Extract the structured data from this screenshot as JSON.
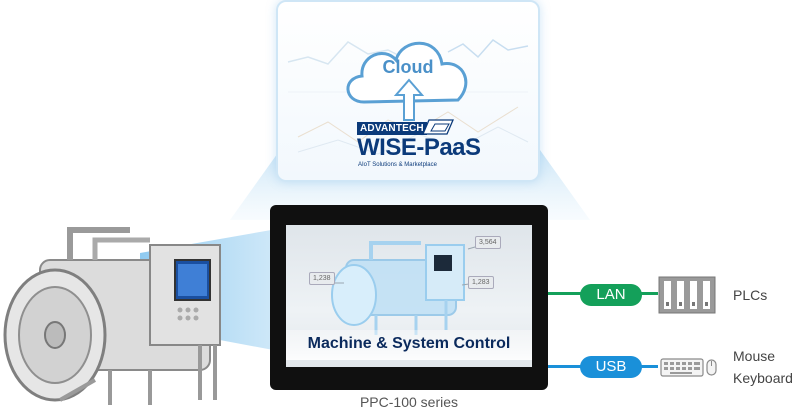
{
  "cloud": {
    "label": "Cloud",
    "brand": "ADVANTECH",
    "platform": "WISE-PaaS",
    "tagline": "AIoT Solutions & Marketplace"
  },
  "device": {
    "screen_title": "Machine & System Control",
    "series": "PPC-100 series",
    "tags": [
      "1,238",
      "3,564",
      "1,283"
    ]
  },
  "connections": {
    "lan": "LAN",
    "usb": "USB",
    "plcs": "PLCs",
    "mouse": "Mouse",
    "keyboard": "Keyboard"
  },
  "colors": {
    "lan": "#14a05a",
    "usb": "#1a90d9",
    "brand": "#0b3a7a",
    "cloud": "#4a90c8"
  }
}
